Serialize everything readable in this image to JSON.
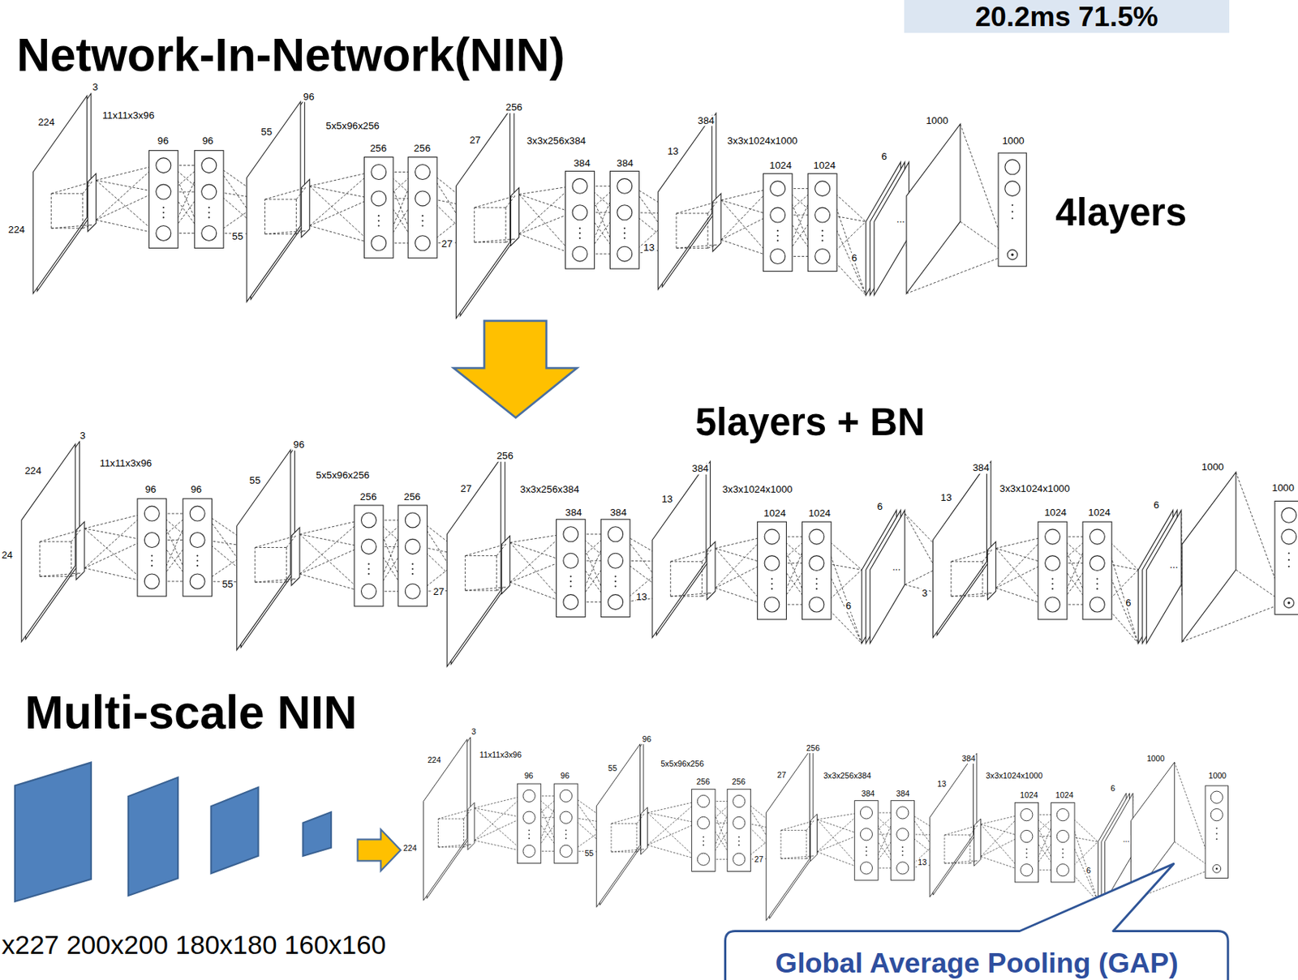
{
  "diagram": {
    "nodes": [
      {
        "text": [
          "20.2ms 71.5%"
        ]
      },
      {
        "text": [
          "Global Average Pooling (GAP)"
        ]
      }
    ],
    "labels": [
      "Network-In-Network(NIN)",
      "3",
      "224",
      "224",
      "11x11x3x96",
      "96",
      "96",
      "55",
      "96",
      "55",
      "5x5x96x256",
      "256",
      "256",
      "27",
      "256",
      "27",
      "3x3x256x384",
      "384",
      "384",
      "13",
      "384",
      "13",
      "3x3x1024x1000",
      "1024",
      "1024",
      "6",
      "1000",
      "6",
      "...",
      "1000",
      "4layers",
      "5layers + BN",
      "3",
      "224",
      "24",
      "11x11x3x96",
      "96",
      "96",
      "55",
      "96",
      "55",
      "5x5x96x256",
      "256",
      "256",
      "27",
      "256",
      "27",
      "3x3x256x384",
      "384",
      "384",
      "13",
      "384",
      "13",
      "3x3x1024x1000",
      "1024",
      "1024",
      "6",
      "6",
      "...",
      "3",
      "384",
      "13",
      "3x3x1024x1000",
      "1024",
      "1024",
      "6",
      "6",
      "...",
      "1000",
      "1000",
      "Multi-scale NIN",
      "x227 200x200 180x180 160x160",
      "3",
      "224",
      "224",
      "11x11x3x96",
      "96",
      "96",
      "55",
      "96",
      "55",
      "5x5x96x256",
      "256",
      "256",
      "27",
      "256",
      "27",
      "3x3x256x384",
      "384",
      "384",
      "13",
      "384",
      "13",
      "3x3x1024x1000",
      "1024",
      "1024",
      "6",
      "1000",
      "6",
      "...",
      "1000"
    ]
  }
}
